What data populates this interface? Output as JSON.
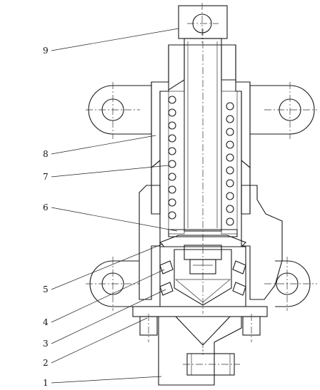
{
  "labels": [
    {
      "id": "label-9",
      "text": "9"
    },
    {
      "id": "label-8",
      "text": "8"
    },
    {
      "id": "label-7",
      "text": "7"
    },
    {
      "id": "label-6",
      "text": "6"
    },
    {
      "id": "label-5",
      "text": "5"
    },
    {
      "id": "label-4",
      "text": "4"
    },
    {
      "id": "label-3",
      "text": "3"
    },
    {
      "id": "label-2",
      "text": "2"
    },
    {
      "id": "label-1",
      "text": "1"
    }
  ]
}
